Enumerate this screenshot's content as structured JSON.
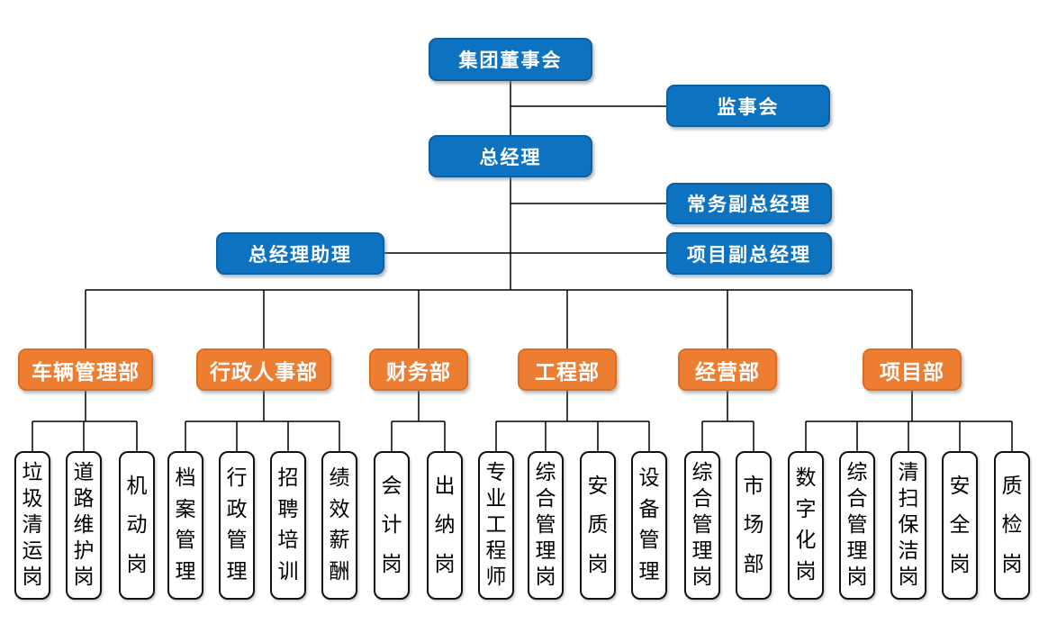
{
  "org": {
    "executives": {
      "board": "集团董事会",
      "supervisory_board": "监事会",
      "general_manager": "总经理",
      "executive_deputy_gm": "常务副总经理",
      "gm_assistant": "总经理助理",
      "project_deputy_gm": "项目副总经理"
    },
    "departments": [
      {
        "name": "车辆管理部",
        "positions": [
          "垃圾清运岗",
          "道路维护岗",
          "机动岗"
        ]
      },
      {
        "name": "行政人事部",
        "positions": [
          "档案管理",
          "行政管理",
          "招聘培训",
          "绩效薪酬"
        ]
      },
      {
        "name": "财务部",
        "positions": [
          "会计岗",
          "出纳岗"
        ]
      },
      {
        "name": "工程部",
        "positions": [
          "专业工程师",
          "综合管理岗",
          "安质岗",
          "设备管理"
        ]
      },
      {
        "name": "经营部",
        "positions": [
          "综合管理岗",
          "市场部"
        ]
      },
      {
        "name": "项目部",
        "positions": [
          "数字化岗",
          "综合管理岗",
          "清扫保洁岗",
          "安全岗",
          "质检岗"
        ]
      }
    ]
  },
  "colors": {
    "executive_box_fill": "#0d72c0",
    "executive_box_border": "#0b60a6",
    "department_box_fill": "#ed7d31",
    "department_box_border": "#dd6e1f",
    "position_box_fill": "#ffffff",
    "position_box_border": "#111111",
    "connector_line": "#000000",
    "text_on_color": "#ffffff",
    "text_on_white": "#000000"
  }
}
